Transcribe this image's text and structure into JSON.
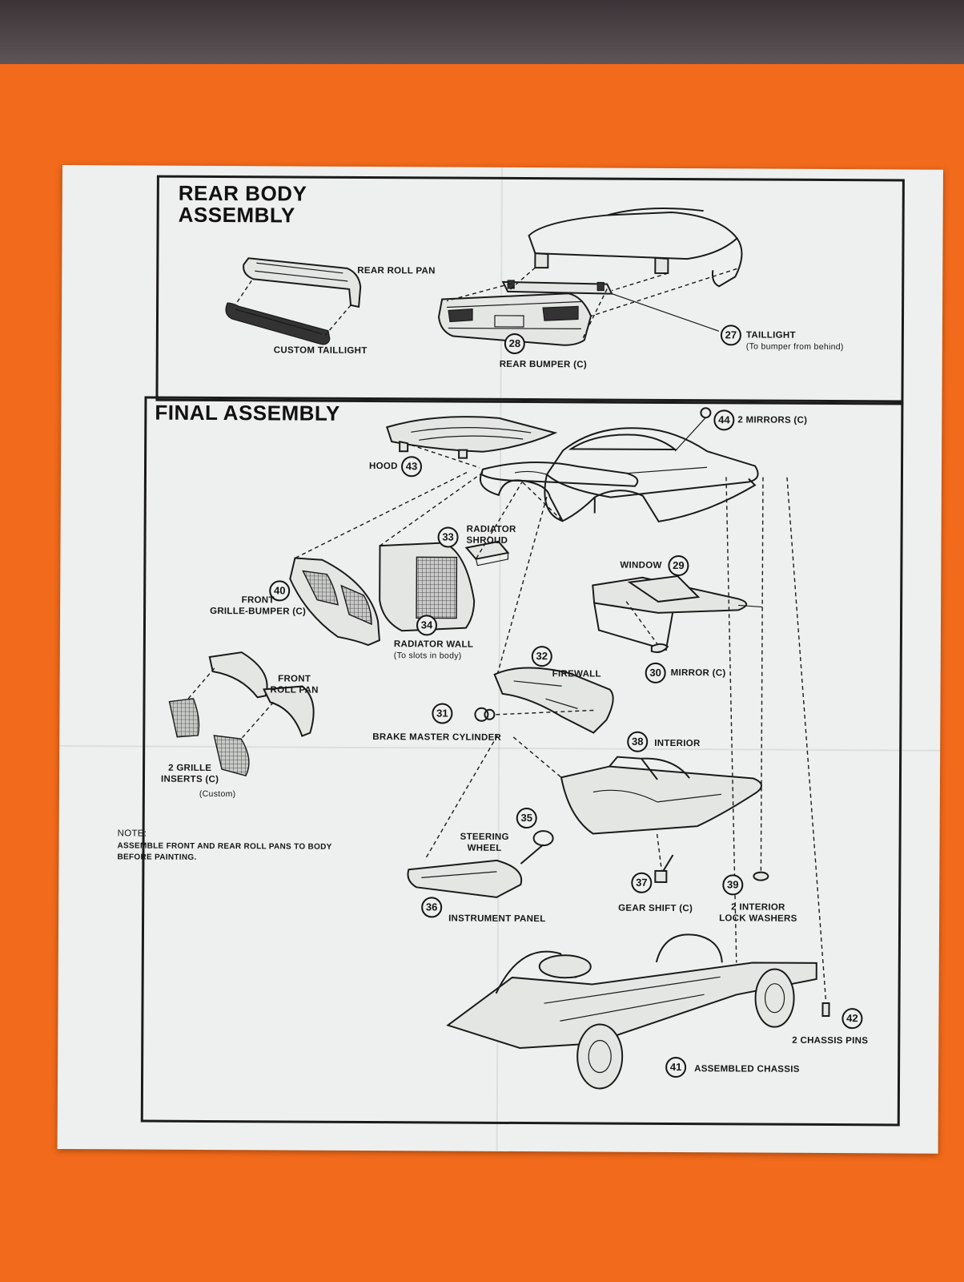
{
  "rear_body": {
    "title": "REAR BODY\nASSEMBLY",
    "labels": {
      "rear_roll_pan": "REAR ROLL PAN",
      "custom_taillight": "CUSTOM TAILLIGHT",
      "taillight": "TAILLIGHT",
      "taillight_note": "(To bumper from behind)",
      "rear_bumper": "REAR BUMPER (C)"
    },
    "numbers": {
      "taillight": "27",
      "rear_bumper": "28"
    }
  },
  "final": {
    "title": "FINAL ASSEMBLY",
    "labels": {
      "mirrors": "2 MIRRORS (C)",
      "hood": "HOOD",
      "radiator_shroud": "RADIATOR\nSHROUD",
      "window": "WINDOW",
      "front_grille": "FRONT\nGRILLE-BUMPER (C)",
      "radiator_wall": "RADIATOR WALL",
      "radiator_wall_note": "(To slots in body)",
      "firewall": "FIREWALL",
      "mirror": "MIRROR (C)",
      "front_roll_pan": "FRONT\nROLL PAN",
      "brake": "BRAKE MASTER CYLINDER",
      "interior": "INTERIOR",
      "grille_inserts": "2 GRILLE\nINSERTS (C)",
      "custom": "(Custom)",
      "steering": "STEERING\nWHEEL",
      "instrument": "INSTRUMENT PANEL",
      "gear_shift": "GEAR SHIFT (C)",
      "lock_washers": "2 INTERIOR\nLOCK WASHERS",
      "chassis_pins": "2 CHASSIS PINS",
      "assembled_chassis": "ASSEMBLED CHASSIS",
      "note_head": "NOTE:",
      "note_text": "ASSEMBLE FRONT AND REAR ROLL PANS TO BODY BEFORE PAINTING."
    },
    "numbers": {
      "mirrors": "44",
      "hood": "43",
      "radiator_shroud": "33",
      "window": "29",
      "front_grille": "40",
      "radiator_wall": "34",
      "firewall": "32",
      "mirror": "30",
      "brake": "31",
      "interior": "38",
      "steering": "35",
      "instrument": "36",
      "gear_shift": "37",
      "lock_washers": "39",
      "chassis_pins": "42",
      "assembled_chassis": "41"
    }
  }
}
